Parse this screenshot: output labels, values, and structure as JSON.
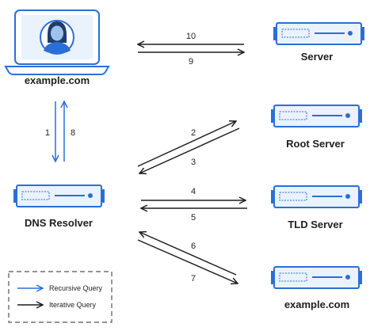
{
  "nodes": {
    "client": "example.com",
    "server": "Server",
    "root": "Root Server",
    "resolver": "DNS Resolver",
    "tld": "TLD Server",
    "authoritative": "example.com"
  },
  "steps": [
    "1",
    "2",
    "3",
    "4",
    "5",
    "6",
    "7",
    "8",
    "9",
    "10"
  ],
  "legend": {
    "recursive": "Recursive Query",
    "iterative": "Iterative Query"
  },
  "colors": {
    "blue": "#2b6fd6",
    "dark": "#1f1f1f",
    "panel": "#eaf2fb",
    "skin": "#9fc2ec",
    "dashed": "#555555"
  }
}
